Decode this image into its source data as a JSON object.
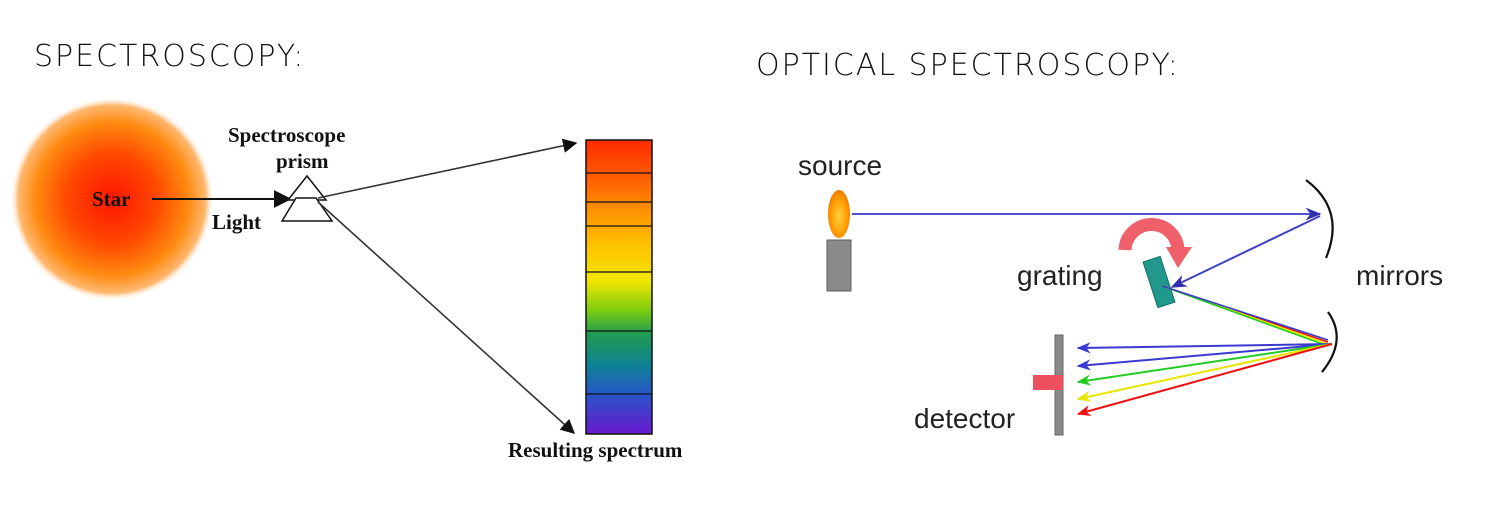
{
  "left_panel": {
    "heading": "SPECTROSCOPY:",
    "labels": {
      "star": "Star",
      "light": "Light",
      "prism_line1": "Spectroscope",
      "prism_line2": "prism",
      "spectrum": "Resulting spectrum"
    },
    "spectrum_colors": [
      "#ff2a00",
      "#ff6a00",
      "#ff9a00",
      "#ffcc00",
      "#f4e400",
      "#8fd400",
      "#2aa84a",
      "#0f8a88",
      "#2a5fd0",
      "#6a1fd0"
    ]
  },
  "right_panel": {
    "heading": "OPTICAL SPECTROSCOPY:",
    "labels": {
      "source": "source",
      "grating": "grating",
      "mirrors": "mirrors",
      "detector": "detector"
    },
    "beam_color": "#5050c8",
    "dispersed_colors": [
      "#3a3ad0",
      "#3a3ad0",
      "#22cc22",
      "#eeee00",
      "#ee1111"
    ]
  }
}
